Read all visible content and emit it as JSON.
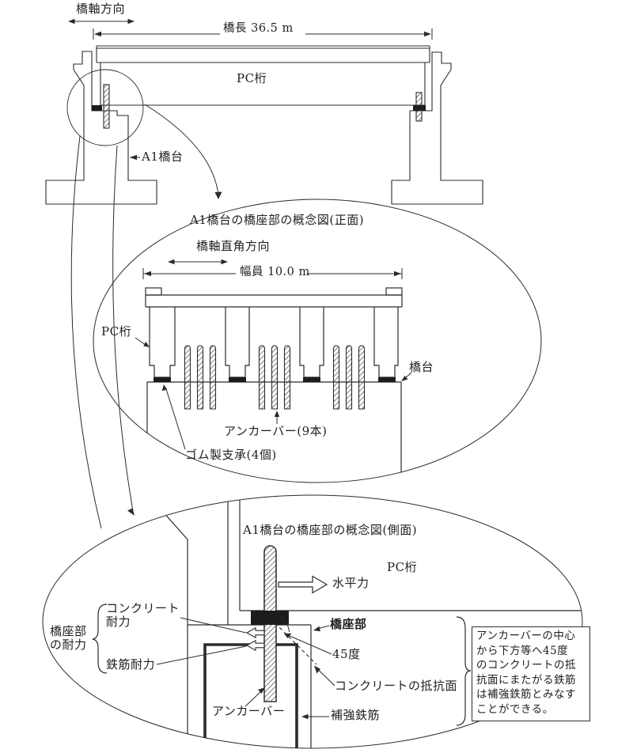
{
  "figure": {
    "elevation": {
      "axis_direction": "橋軸方向",
      "bridge_length": "橋長 36.5 m",
      "girder": "PC桁",
      "abutment": "A1橋台"
    },
    "front_view": {
      "title": "A1橋台の橋座部の概念図(正面)",
      "axis_direction": "橋軸直角方向",
      "deck_width": "幅員 10.0 m",
      "girder": "PC桁",
      "abutment": "橋台",
      "anchor_bars": "アンカーバー(9本)",
      "rubber_bearings": "ゴム製支承(4個)"
    },
    "side_view": {
      "title": "A1橋台の橋座部の概念図(側面)",
      "girder": "PC桁",
      "horizontal_force": "水平力",
      "bridge_seat": "橋座部",
      "angle_45": "45度",
      "concrete_resistance_plane": "コンクリートの抵抗面",
      "anchor_bar": "アンカーバー",
      "reinforcing_bar": "補強鉄筋",
      "seat_capacity": "橋座部\nの耐力",
      "concrete_capacity": "コンクリート\n耐力",
      "rebar_capacity": "鉄筋耐力",
      "note": "アンカーバーの中心\nから下方等へ45度\nのコンクリートの抵\n抗面にまたがる鉄筋\nは補強鉄筋とみなす\nことができる。"
    },
    "colors": {
      "line": "#2b2b2b",
      "solid_black": "#1c1c1c",
      "background": "#ffffff"
    }
  }
}
